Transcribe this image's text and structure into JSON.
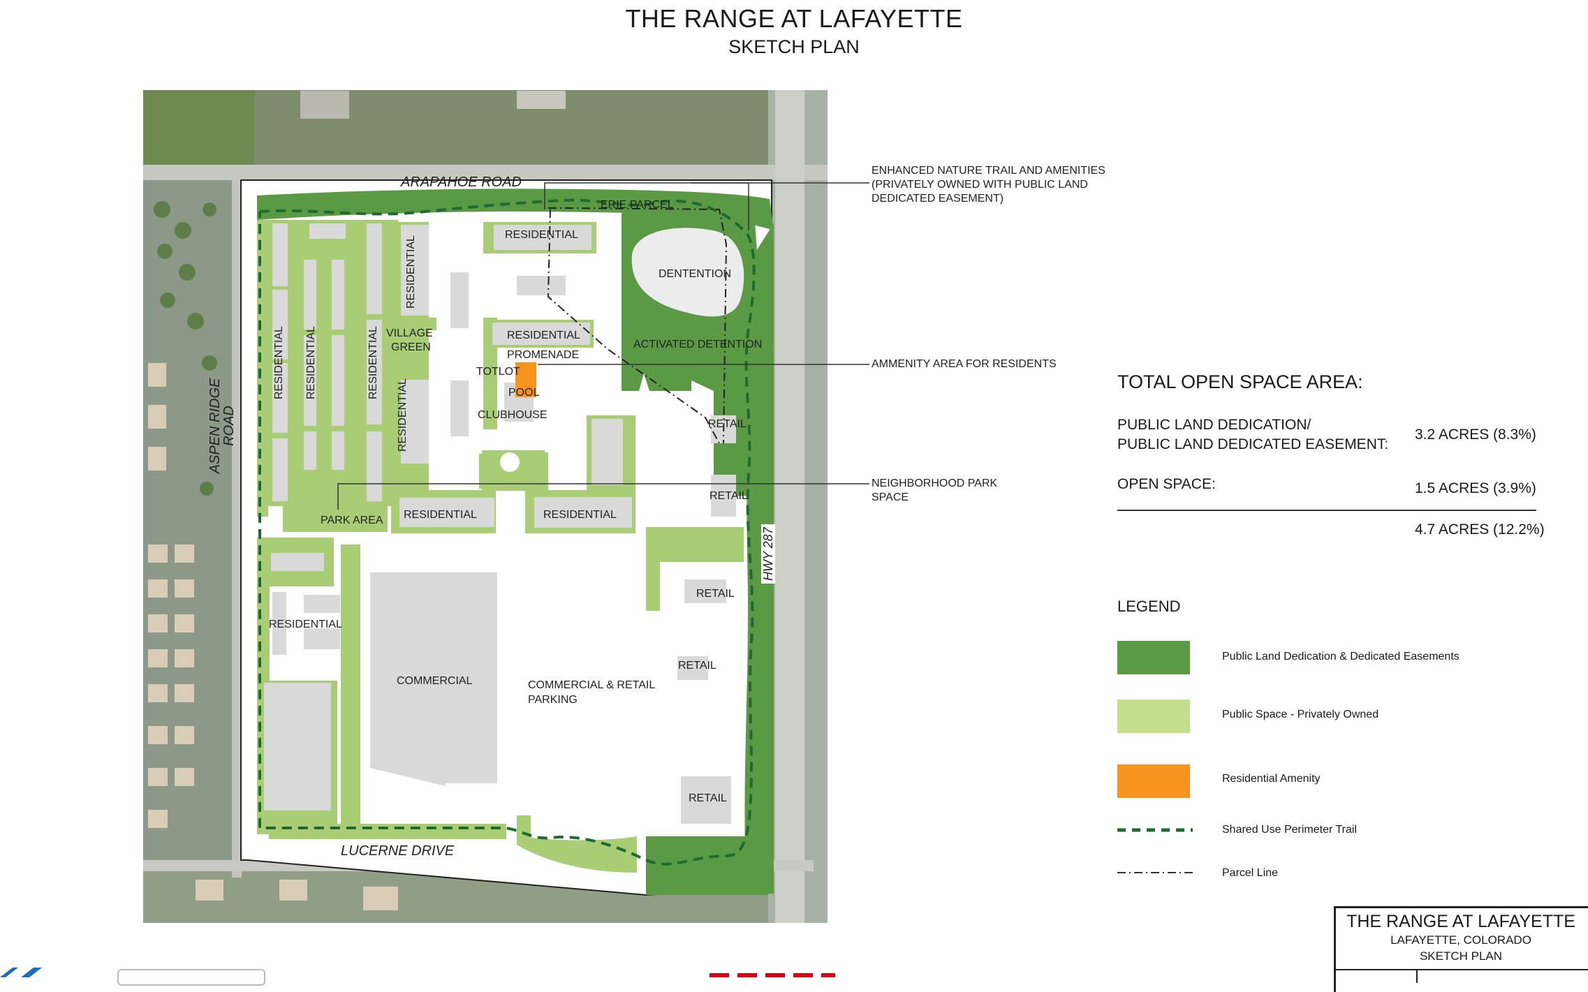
{
  "header": {
    "title": "THE RANGE AT LAFAYETTE",
    "subtitle": "SKETCH PLAN"
  },
  "plan": {
    "roads": {
      "arapahoe": "ARAPAHOE ROAD",
      "aspen": "ASPEN RIDGE ROAD",
      "lucerne": "LUCERNE DRIVE",
      "hwy": "HWY 287"
    },
    "labels": {
      "erie_parcel": "ERIE PARCEL",
      "residential": "RESIDENTIAL",
      "dentention": "DENTENTION",
      "activated_detention": "ACTIVATED DETENTION",
      "village": "VILLAGE",
      "green": "GREEN",
      "promenade": "PROMENADE",
      "totlot": "TOTLOT",
      "pool": "POOL",
      "clubhouse": "CLUBHOUSE",
      "retail": "RETAIL",
      "park_area": "PARK AREA",
      "commercial": "COMMERCIAL",
      "commercial_retail": "COMMERCIAL & RETAIL",
      "parking": "PARKING"
    }
  },
  "callouts": {
    "nature_trail": [
      "ENHANCED NATURE TRAIL AND AMENITIES",
      "(PRIVATELY OWNED WITH PUBLIC LAND",
      "DEDICATED EASEMENT)"
    ],
    "amenity_area": "AMMENITY AREA FOR RESIDENTS",
    "park_space": [
      "NEIGHBORHOOD PARK",
      "SPACE"
    ]
  },
  "open_space": {
    "heading": "TOTAL OPEN SPACE AREA:",
    "public_label_1": "PUBLIC LAND DEDICATION/",
    "public_label_2": "PUBLIC LAND DEDICATED EASEMENT:",
    "public_value": "3.2 ACRES (8.3%)",
    "open_label": "OPEN SPACE:",
    "open_value": "1.5 ACRES (3.9%)",
    "total_value": "4.7 ACRES (12.2%)"
  },
  "legend": {
    "heading": "LEGEND",
    "items": [
      {
        "label": "Public Land Dedication & Dedicated Easements",
        "color": "#5b9a45"
      },
      {
        "label": "Public Space - Privately Owned",
        "color": "#c4df8b"
      },
      {
        "label": "Residential Amenity",
        "color": "#f7941d"
      },
      {
        "label": "Shared Use Perimeter Trail",
        "color": "#1f6b2e"
      },
      {
        "label": "Parcel Line",
        "color": "#333333"
      }
    ]
  },
  "title_block": {
    "name": "THE RANGE AT LAFAYETTE",
    "location": "LAFAYETTE, COLORADO",
    "plan": "SKETCH PLAN"
  },
  "colors": {
    "dark_green": "#5b9a45",
    "light_green": "#a9cd74",
    "building": "#d9d9d9",
    "amenity": "#f7941d",
    "trail": "#1f6b2e"
  }
}
